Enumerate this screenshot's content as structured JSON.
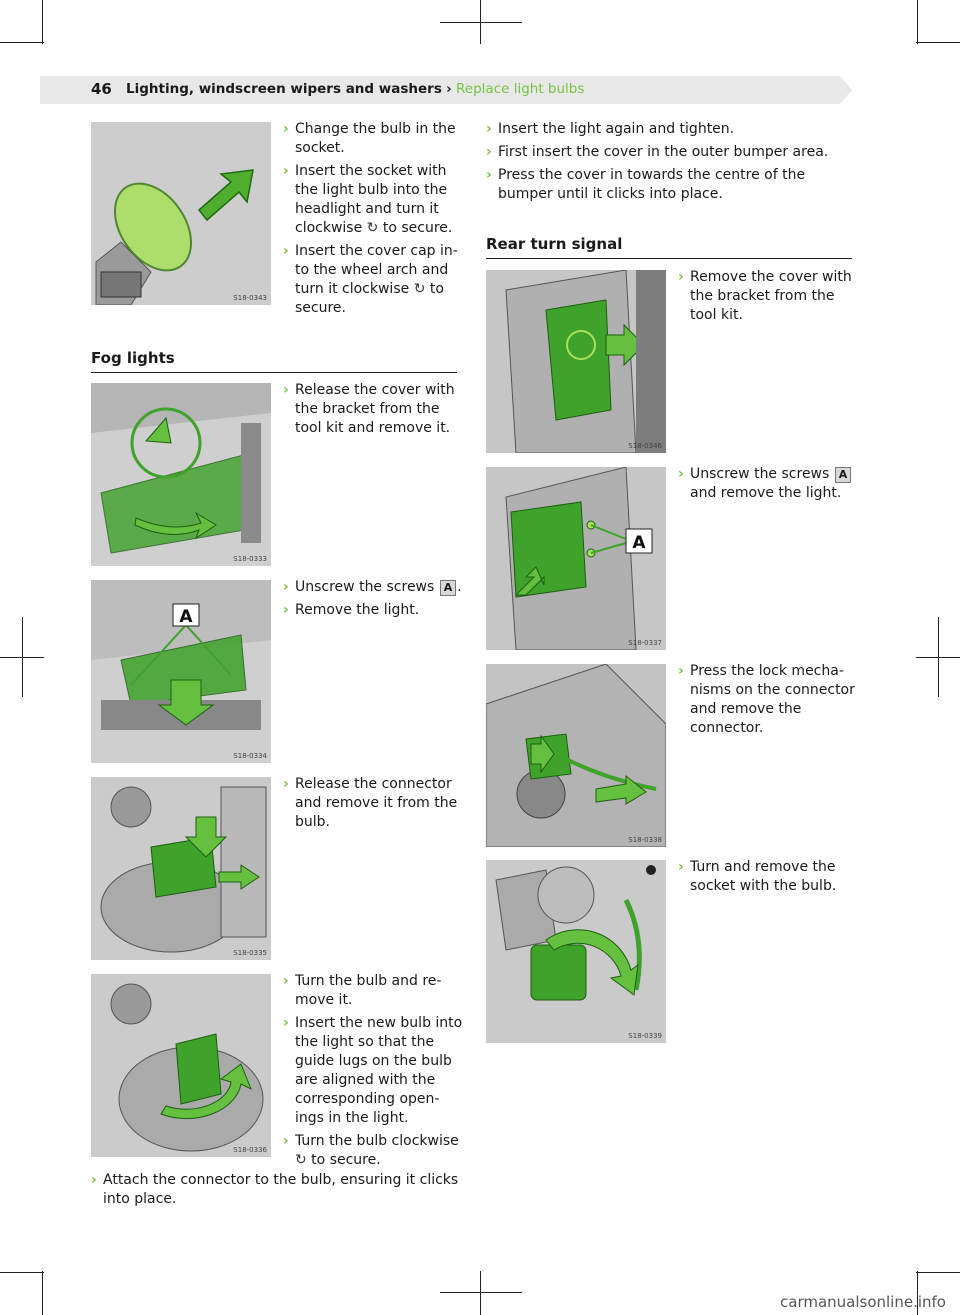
{
  "header": {
    "page_number": "46",
    "chapter": "Lighting, windscreen wipers and washers",
    "separator": "›",
    "section": "Replace light bulbs"
  },
  "left_column": {
    "blocks": [
      {
        "figure_code": "S18-0343",
        "steps": [
          {
            "text": "Change the bulb in the socket."
          },
          {
            "pre": "Insert the socket with the light bulb into the headlight and turn it clockwise ",
            "icon": "↻",
            "post": " to secure."
          },
          {
            "pre": "Insert the cover cap in­to the wheel arch and turn it clockwise ",
            "icon": "↻",
            "post": " to secure."
          }
        ]
      }
    ],
    "fog_heading": "Fog lights",
    "fog_blocks": [
      {
        "figure_code": "S18-0333",
        "steps": [
          {
            "text": "Release the cover with the bracket from the tool kit and remove it."
          }
        ]
      },
      {
        "figure_code": "S18-0334",
        "fig_label": "A",
        "steps": [
          {
            "pre": "Unscrew the screws ",
            "callout": "A",
            "post": "."
          },
          {
            "text": "Remove the light."
          }
        ]
      },
      {
        "figure_code": "S18-0335",
        "steps": [
          {
            "text": "Release the connector and remove it from the bulb."
          }
        ]
      },
      {
        "figure_code": "S18-0336",
        "steps": [
          {
            "text": "Turn the bulb and re­move it."
          },
          {
            "text": "Insert the new bulb in­to the light so that the guide lugs on the bulb are aligned with the corresponding open­ings in the light."
          },
          {
            "pre": "Turn the bulb clock­wise ",
            "icon": "↻",
            "post": " to secure."
          }
        ]
      }
    ],
    "full_width_step": "Attach the connector to the bulb, ensuring it clicks into place."
  },
  "right_column": {
    "top_steps": [
      {
        "text": "Insert the light again and tighten."
      },
      {
        "text": "First insert the cover in the outer bumper area."
      },
      {
        "text": "Press the cover in towards the centre of the bumper until it clicks into place."
      }
    ],
    "rear_heading": "Rear turn signal",
    "rear_blocks": [
      {
        "figure_code": "S18-0346",
        "steps": [
          {
            "text": "Remove the cover with the bracket from the tool kit."
          }
        ]
      },
      {
        "figure_code": "S18-0337",
        "fig_label": "A",
        "steps": [
          {
            "pre": "Unscrew the screws ",
            "callout": "A",
            "post": " and remove the light."
          }
        ]
      },
      {
        "figure_code": "S18-0338",
        "steps": [
          {
            "text": "Press the lock mecha­nisms on the connec­tor and remove the connector."
          }
        ]
      },
      {
        "figure_code": "S18-0339",
        "steps": [
          {
            "text": "Turn and remove the socket with the bulb."
          }
        ]
      }
    ]
  },
  "step_marker": "›",
  "watermark": "carmanualsonline.info",
  "colors": {
    "accent_green": "#78c244",
    "part_green": "#3fa22a",
    "header_band": "#e8e8e8"
  }
}
